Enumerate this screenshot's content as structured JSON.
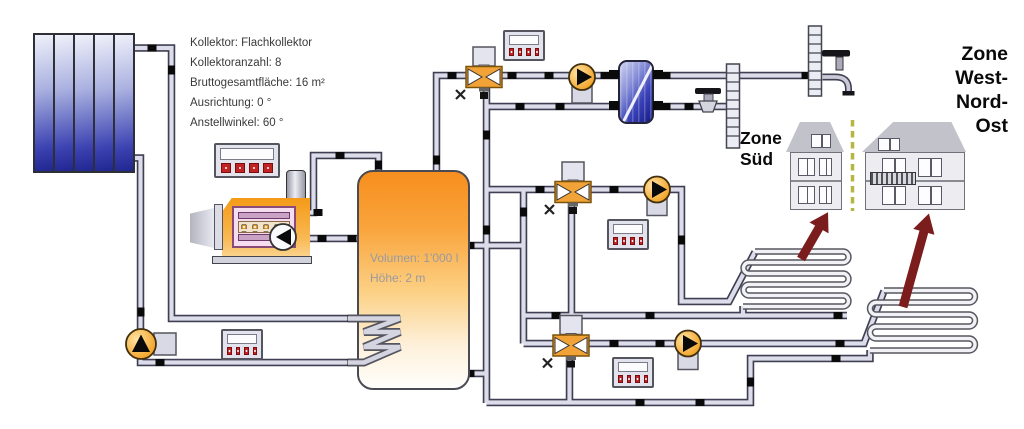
{
  "diagram": {
    "collector_info": {
      "lines": [
        "Kollektor: Flachkollektor",
        "Kollektoranzahl: 8",
        "Bruttogesamtfläche: 16 m²",
        "Ausrichtung: 0 °",
        "Anstellwinkel: 60 °"
      ]
    },
    "tank": {
      "volume": "Volumen: 1'000 l",
      "height": "Höhe: 2 m"
    },
    "zone_sued": {
      "lines": [
        "Zone",
        "Süd"
      ]
    },
    "zone_west_nord_ost": {
      "lines": [
        "Zone",
        "West-",
        "Nord-",
        "Ost"
      ]
    },
    "colors": {
      "pipe": "#dcdcea",
      "component_orange": "#f2a338",
      "collector_blue": "#2e35a3",
      "heat_exchanger_blue": "#3a42b8",
      "tank_gradient_top": "#f78f1e",
      "arrow_red": "#7b1d1d",
      "separator_olive": "#b6b642",
      "controller_button_red": "#c22424"
    },
    "icons": {
      "pump-icon": "▶",
      "mixing-valve-icon": "⋈",
      "controller-icon": "▦",
      "tap-icon": "⚙-spout",
      "burner-flame-dots": "●"
    }
  }
}
